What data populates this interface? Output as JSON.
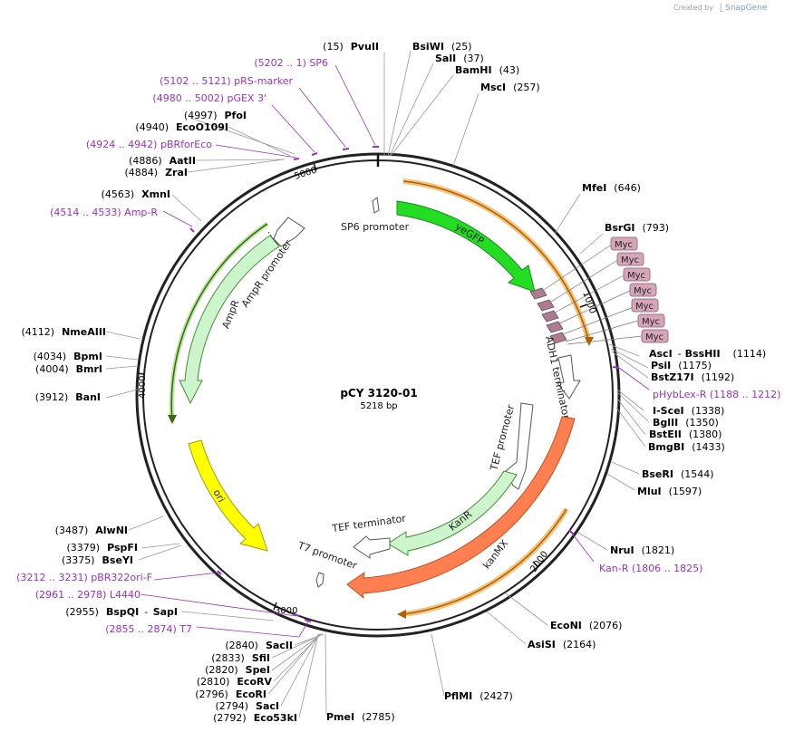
{
  "credit": {
    "prefix": "Created by",
    "brand": "SnapGene"
  },
  "plasmid": {
    "name": "pCY 3120-01",
    "length": "5218 bp"
  },
  "ticks": [
    "5000",
    "1000",
    "2000",
    "3000",
    "4000"
  ],
  "right_sites": [
    {
      "name": "BsiWI",
      "pos": "(25)"
    },
    {
      "name": "SalI",
      "pos": "(37)"
    },
    {
      "name": "BamHI",
      "pos": "(43)"
    },
    {
      "name": "MscI",
      "pos": "(257)"
    },
    {
      "name": "MfeI",
      "pos": "(646)"
    },
    {
      "name": "BsrGI",
      "pos": "(793)"
    },
    {
      "name": "AscI",
      "sep": "-",
      "name2": "BssHII",
      "pos": "(1114)"
    },
    {
      "name": "PsiI",
      "pos": "(1175)"
    },
    {
      "name": "BstZ17I",
      "pos": "(1192)"
    },
    {
      "name": "I-SceI",
      "pos": "(1338)"
    },
    {
      "name": "BglII",
      "pos": "(1350)"
    },
    {
      "name": "BstEII",
      "pos": "(1380)"
    },
    {
      "name": "BmgBI",
      "pos": "(1433)"
    },
    {
      "name": "BseRI",
      "pos": "(1544)"
    },
    {
      "name": "MluI",
      "pos": "(1597)"
    },
    {
      "name": "NruI",
      "pos": "(1821)"
    },
    {
      "name": "EcoNI",
      "pos": "(2076)"
    },
    {
      "name": "AsiSI",
      "pos": "(2164)"
    },
    {
      "name": "PflMI",
      "pos": "(2427)"
    },
    {
      "name": "PmeI",
      "pos": "(2785)"
    }
  ],
  "left_sites": [
    {
      "name": "PvuII",
      "pos": "(15)"
    },
    {
      "name": "PfoI",
      "pos": "(4997)"
    },
    {
      "name": "EcoO109I",
      "pos": "(4940)"
    },
    {
      "name": "AatII",
      "pos": "(4886)"
    },
    {
      "name": "ZraI",
      "pos": "(4884)"
    },
    {
      "name": "XmnI",
      "pos": "(4563)"
    },
    {
      "name": "NmeAIII",
      "pos": "(4112)"
    },
    {
      "name": "BpmI",
      "pos": "(4034)"
    },
    {
      "name": "BmrI",
      "pos": "(4004)"
    },
    {
      "name": "BanI",
      "pos": "(3912)"
    },
    {
      "name": "AlwNI",
      "pos": "(3487)"
    },
    {
      "name": "PspFI",
      "pos": "(3379)"
    },
    {
      "name": "BseYI",
      "pos": "(3375)"
    },
    {
      "name": "BspQI",
      "sep": "- ",
      "name2": "SapI",
      "pos": "(2955)"
    },
    {
      "name": "SacII",
      "pos": "(2840)"
    },
    {
      "name": "SfiI",
      "pos": "(2833)"
    },
    {
      "name": "SpeI",
      "pos": "(2820)"
    },
    {
      "name": "EcoRV",
      "pos": "(2810)"
    },
    {
      "name": "EcoRI",
      "pos": "(2796)"
    },
    {
      "name": "SacI",
      "pos": "(2794)"
    },
    {
      "name": "Eco53kI",
      "pos": "(2792)"
    }
  ],
  "primers": [
    {
      "text": "(5202 .. 1)  SP6"
    },
    {
      "text": "(5102 .. 5121)  pRS-marker"
    },
    {
      "text": "(4980 .. 5002)  pGEX 3'"
    },
    {
      "text": "(4924 .. 4942)  pBRforEco"
    },
    {
      "text": "(4514 .. 4533)  Amp-R"
    },
    {
      "text": "pHybLex-R    (1188 .. 1212)"
    },
    {
      "text": "Kan-R    (1806 .. 1825)"
    },
    {
      "text": "(3212 .. 3231)  pBR322ori-F"
    },
    {
      "text": "(2961 .. 2978)  L4440"
    },
    {
      "text": "(2855 .. 2874)  T7"
    }
  ],
  "features": {
    "sp6_promoter": "SP6 promoter",
    "yegfp": "yeGFP",
    "adh1_terminator": "ADH1 terminator",
    "tef_promoter": "TEF promoter",
    "kanr": "KanR",
    "kanmx": "kanMX",
    "tef_terminator": "TEF terminator",
    "t7_promoter": "T7 promoter",
    "ori": "ori",
    "ampr": "AmpR",
    "ampr_promoter": "AmpR promoter",
    "myc": "Myc"
  },
  "colors": {
    "backbone": "#222222",
    "yegfp": "#22dd22",
    "kanmx": "#ff7f50",
    "kanr": "#ccf5cc",
    "ampr": "#ccf5cc",
    "ori": "#ffff00",
    "primer": "#9b30c8",
    "myc": "#c99aad",
    "orange_arc": "#f5a623"
  }
}
